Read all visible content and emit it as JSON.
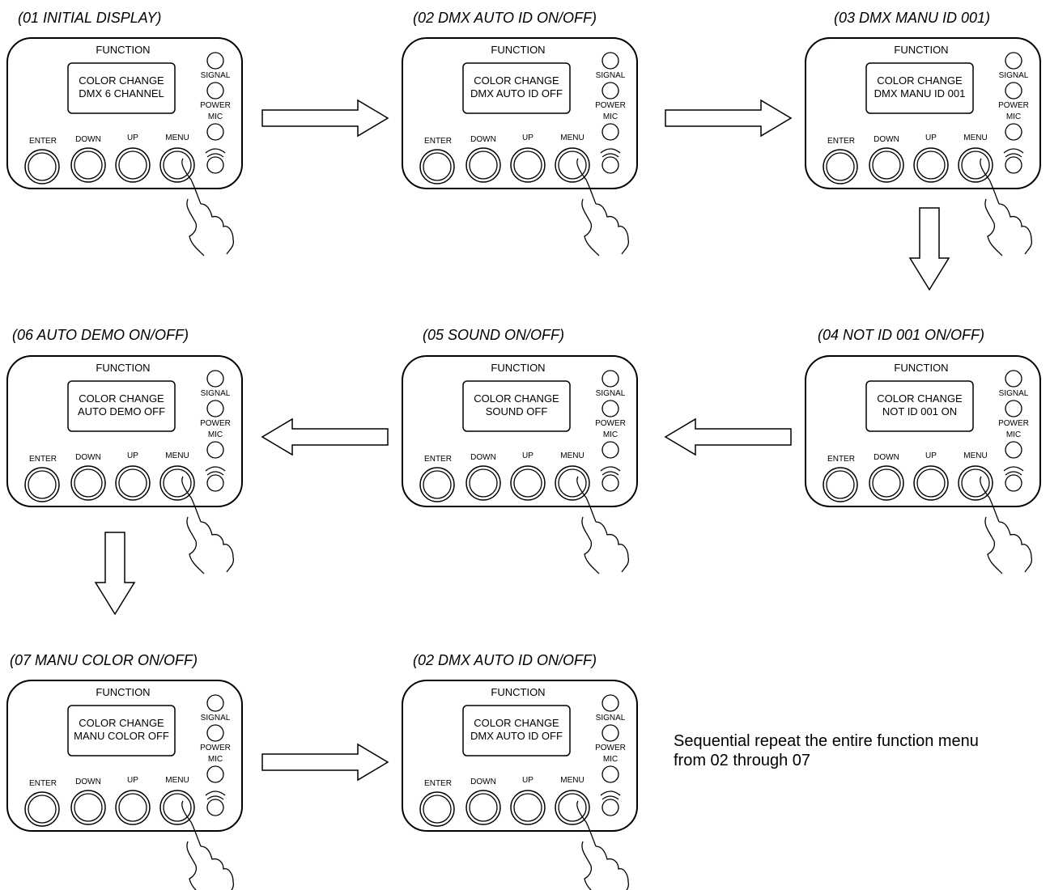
{
  "panel_labels": {
    "function": "FUNCTION",
    "signal": "SIGNAL",
    "power": "POWER",
    "mic": "MIC",
    "enter": "ENTER",
    "down": "DOWN",
    "up": "UP",
    "menu": "MENU"
  },
  "steps": [
    {
      "title": "(01 INITIAL DISPLAY)",
      "line1": "COLOR CHANGE",
      "line2": "DMX 6 CHANNEL"
    },
    {
      "title": "(02 DMX AUTO ID ON/OFF)",
      "line1": "COLOR CHANGE",
      "line2": "DMX AUTO ID OFF"
    },
    {
      "title": "(03 DMX MANU ID 001)",
      "line1": "COLOR CHANGE",
      "line2": "DMX MANU ID 001"
    },
    {
      "title": "(04 NOT ID 001 ON/OFF)",
      "line1": "COLOR CHANGE",
      "line2": "NOT ID 001 ON"
    },
    {
      "title": "(05 SOUND ON/OFF)",
      "line1": "COLOR CHANGE",
      "line2": "SOUND OFF"
    },
    {
      "title": "(06 AUTO DEMO ON/OFF)",
      "line1": "COLOR CHANGE",
      "line2": "AUTO DEMO OFF"
    },
    {
      "title": "(07 MANU COLOR ON/OFF)",
      "line1": "COLOR CHANGE",
      "line2": "MANU COLOR OFF"
    },
    {
      "title": "(02 DMX AUTO ID ON/OFF)",
      "line1": "COLOR CHANGE",
      "line2": "DMX AUTO ID OFF"
    }
  ],
  "note": "Sequential repeat the entire function menu from 02 through 07"
}
